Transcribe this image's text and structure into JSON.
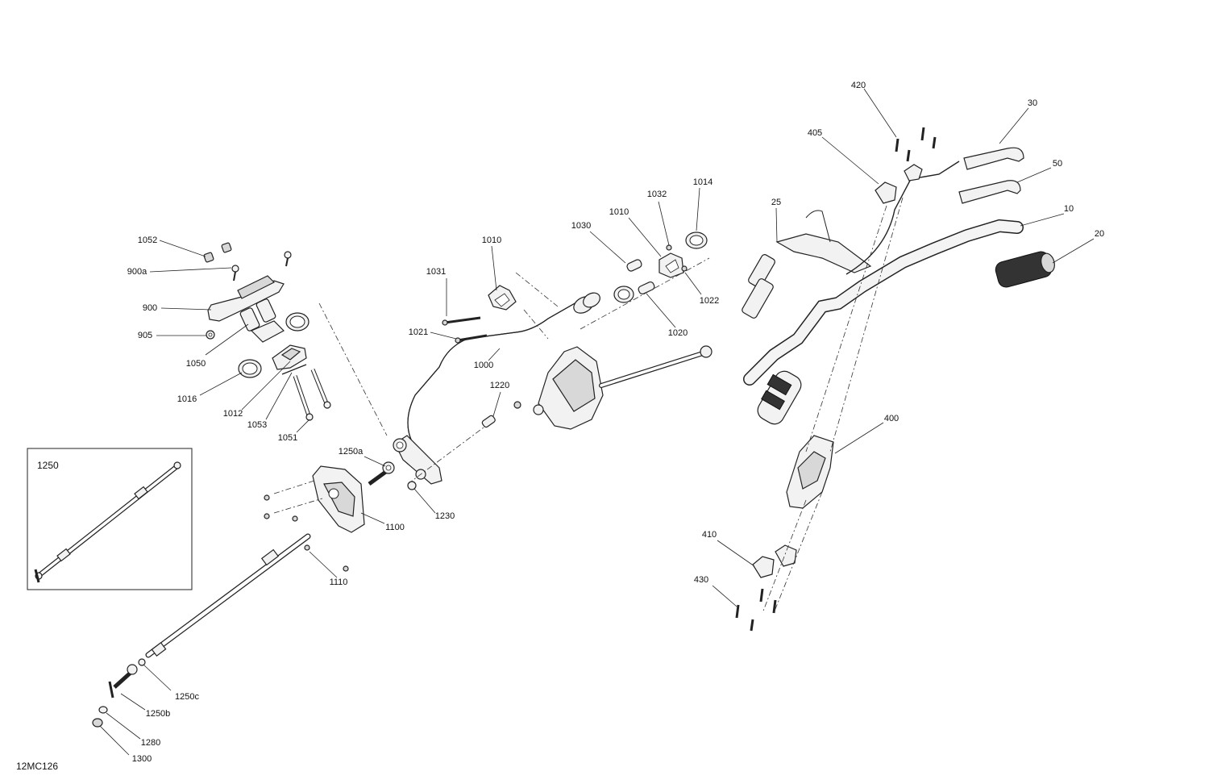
{
  "diagram_code": "12MC126",
  "inset": {
    "title": "1250"
  },
  "callouts": [
    {
      "id": "c1052",
      "text": "1052"
    },
    {
      "id": "c900a",
      "text": "900a"
    },
    {
      "id": "c900",
      "text": "900"
    },
    {
      "id": "c905",
      "text": "905"
    },
    {
      "id": "c1050",
      "text": "1050"
    },
    {
      "id": "c1016",
      "text": "1016"
    },
    {
      "id": "c1012",
      "text": "1012"
    },
    {
      "id": "c1053",
      "text": "1053"
    },
    {
      "id": "c1051",
      "text": "1051"
    },
    {
      "id": "c1031",
      "text": "1031"
    },
    {
      "id": "c1010a",
      "text": "1010"
    },
    {
      "id": "c1021",
      "text": "1021"
    },
    {
      "id": "c1000",
      "text": "1000"
    },
    {
      "id": "c1030",
      "text": "1030"
    },
    {
      "id": "c1010b",
      "text": "1010"
    },
    {
      "id": "c1032",
      "text": "1032"
    },
    {
      "id": "c1014",
      "text": "1014"
    },
    {
      "id": "c1022",
      "text": "1022"
    },
    {
      "id": "c1020",
      "text": "1020"
    },
    {
      "id": "c1220",
      "text": "1220"
    },
    {
      "id": "c1250a",
      "text": "1250a"
    },
    {
      "id": "c1230",
      "text": "1230"
    },
    {
      "id": "c1100",
      "text": "1100"
    },
    {
      "id": "c1110",
      "text": "1110"
    },
    {
      "id": "c1250c",
      "text": "1250c"
    },
    {
      "id": "c1250b",
      "text": "1250b"
    },
    {
      "id": "c1280",
      "text": "1280"
    },
    {
      "id": "c1300",
      "text": "1300"
    },
    {
      "id": "c420",
      "text": "420"
    },
    {
      "id": "c30",
      "text": "30"
    },
    {
      "id": "c405",
      "text": "405"
    },
    {
      "id": "c50",
      "text": "50"
    },
    {
      "id": "c25",
      "text": "25"
    },
    {
      "id": "c10",
      "text": "10"
    },
    {
      "id": "c20",
      "text": "20"
    },
    {
      "id": "c400",
      "text": "400"
    },
    {
      "id": "c410",
      "text": "410"
    },
    {
      "id": "c430",
      "text": "430"
    }
  ]
}
